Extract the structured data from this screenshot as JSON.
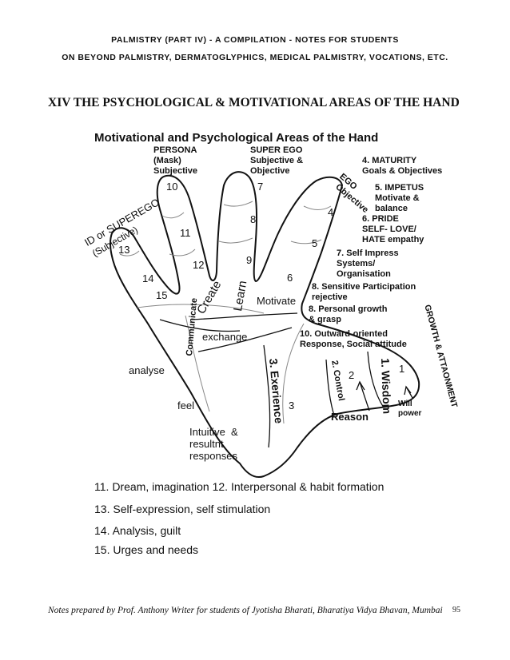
{
  "header": {
    "line1": "PALMISTRY (PART  IV)  - A COMPILATION  - NOTES  FOR STUDENTS",
    "line2": "ON BEYOND PALMISTRY,  DERMATOGLYPHICS, MEDICAL PALMISTRY, VOCATIONS, ETC."
  },
  "section_title": "XIV   THE PSYCHOLOGICAL & MOTIVATIONAL AREAS OF THE HAND",
  "diagram": {
    "title": "Motivational and Psychological Areas of the Hand",
    "labels": {
      "persona": "PERSONA\n(Mask)\nSubjective",
      "superego": "SUPER EGO\nSubjective &\nObjective",
      "maturity": "4. MATURITY\nGoals & Objectives",
      "impetus": "5. IMPETUS\nMotivate &\nbalance",
      "pride": "6. PRIDE\nSELF- LOVE/\nHATE empathy",
      "self_impress": "7. Self Impress\nSystems/\nOrganisation",
      "sensitive": "8. Sensitive Participation\nrejective",
      "personal_growth": "8. Personal growth\n& grasp",
      "outward": "10. Outward-oriented\nResponse, Social attitude",
      "id_superego": "ID or SUPEREGO",
      "subjective": "(Subjective)",
      "ego": "EGO",
      "objective": "Objective",
      "growth": "GROWTH & ATTAONMENT",
      "communicate": "Communicate",
      "create": "Create",
      "learn": "Learn",
      "motivate": "Motivate",
      "exchange": "exchange",
      "analyse": "analyse",
      "feel": "feel",
      "intuitive": "Intuitive  &\nresultnt\nresponses",
      "experience": "3. Exerience",
      "control": "2. Control",
      "wisdom": "1. Wisdom",
      "reason": "Reason",
      "will": "Will\npower"
    },
    "numbers": {
      "n1": "1",
      "n2": "2",
      "n3": "3",
      "n4": "4",
      "n5": "5",
      "n6": "6",
      "n7": "7",
      "n8": "8",
      "n9": "9",
      "n10": "10",
      "n11": "11",
      "n12": "12",
      "n13": "13",
      "n14": "14",
      "n15": "15"
    }
  },
  "legend": {
    "l11_12": "11. Dream, imagination  12. Interpersonal  & habit formation",
    "l13": "13. Self-expression, self stimulation",
    "l14": "14. Analysis, guilt",
    "l15": "15. Urges and needs"
  },
  "footer": {
    "credit": "Notes prepared  by Prof. Anthony Writer for  students of Jyotisha Bharati, Bharatiya Vidya Bhavan, Mumbai",
    "page": "95"
  }
}
